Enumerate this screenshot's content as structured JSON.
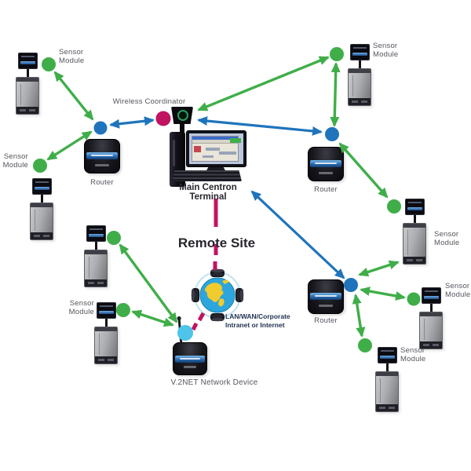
{
  "labels": {
    "wireless_coordinator": "Wireless Coordinator",
    "main_terminal": "Main Centron Terminal",
    "remote_site": "Remote Site",
    "lan_line1": "LAN/WAN/Corporate",
    "lan_line2": "Intranet or Internet",
    "v2net": "V.2NET Network Device",
    "router": "Router",
    "sensor_line1": "Sensor",
    "sensor_line2": "Module"
  },
  "colors": {
    "sensor_link_green": "#3FAE49",
    "router_link_blue": "#1F74BC",
    "remote_link_magenta": "#C11460",
    "v2net_node_cyan": "#4FC4E9",
    "coordinator_node_magenta": "#C11460"
  },
  "topology": {
    "nodes": [
      "sensor-module-1",
      "sensor-module-2",
      "sensor-module-3",
      "sensor-module-4",
      "sensor-module-5",
      "sensor-module-6",
      "sensor-module-7",
      "sensor-module-8",
      "router-1",
      "router-2",
      "router-3",
      "wireless-coordinator",
      "main-centron-terminal",
      "internet-globe",
      "v2net-device"
    ],
    "links": [
      {
        "from": "sensor-module-1",
        "to": "router-1",
        "type": "green-wireless"
      },
      {
        "from": "sensor-module-2",
        "to": "router-1",
        "type": "green-wireless"
      },
      {
        "from": "router-1",
        "to": "wireless-coordinator",
        "type": "blue-wireless"
      },
      {
        "from": "wireless-coordinator",
        "to": "sensor-module-5",
        "type": "green-wireless"
      },
      {
        "from": "wireless-coordinator",
        "to": "router-2",
        "type": "blue-wireless"
      },
      {
        "from": "sensor-module-5",
        "to": "router-2",
        "type": "green-wireless"
      },
      {
        "from": "router-2",
        "to": "sensor-module-6",
        "type": "green-wireless"
      },
      {
        "from": "main-centron-terminal",
        "to": "router-3",
        "type": "blue-wireless"
      },
      {
        "from": "router-3",
        "to": "sensor-module-6",
        "type": "green-wireless"
      },
      {
        "from": "router-3",
        "to": "sensor-module-7",
        "type": "green-wireless"
      },
      {
        "from": "router-3",
        "to": "sensor-module-8",
        "type": "green-wireless"
      },
      {
        "from": "sensor-module-3",
        "to": "v2net-device",
        "type": "green-wireless"
      },
      {
        "from": "sensor-module-4",
        "to": "v2net-device",
        "type": "green-wireless"
      },
      {
        "from": "main-centron-terminal",
        "to": "internet-globe",
        "type": "magenta-dashed"
      },
      {
        "from": "internet-globe",
        "to": "v2net-device",
        "type": "magenta-dashed"
      }
    ]
  }
}
